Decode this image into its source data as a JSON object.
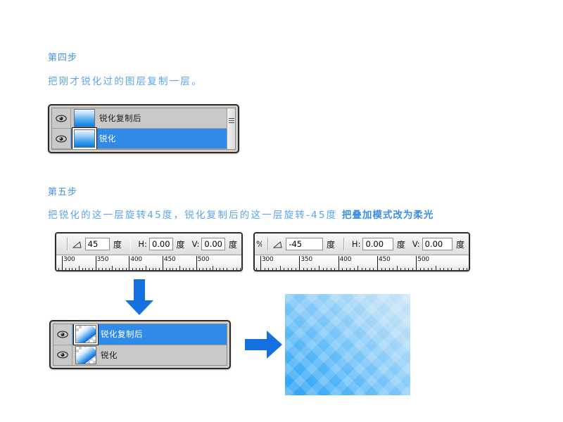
{
  "steps": {
    "step4": {
      "heading": "第四步",
      "body": "把刚才锐化过的图层复制一层。"
    },
    "step5": {
      "heading": "第五步",
      "body_normal": "把锐化的这一层旋转45度，锐化复制后的这一层旋转-45度 ",
      "body_bold": "把叠加模式改为柔光"
    }
  },
  "layers_panel_step4": {
    "rows": [
      {
        "name": "锐化复制后",
        "visible": true,
        "selected": false,
        "thumb": "gradient-vertical"
      },
      {
        "name": "锐化",
        "visible": true,
        "selected": true,
        "thumb": "gradient-vertical"
      }
    ],
    "scrollbar": true,
    "eye_icon": "eye-icon"
  },
  "layers_panel_step5": {
    "rows": [
      {
        "name": "锐化复制后",
        "visible": true,
        "selected": true,
        "thumb": "gradient-diagonal"
      },
      {
        "name": "锐化",
        "visible": true,
        "selected": false,
        "thumb": "gradient-diagonal"
      }
    ],
    "scrollbar": false,
    "eye_icon": "eye-icon"
  },
  "transform_left": {
    "truncated_prefix": "",
    "angle_icon": "angle-icon",
    "angle_value": "45",
    "angle_unit": "度",
    "h_label": "H:",
    "h_value": "0.00",
    "h_unit": "度",
    "v_label": "V:",
    "v_value": "0.00",
    "v_unit": "度",
    "ruler_labels": [
      "300",
      "350",
      "400",
      "450",
      "500"
    ]
  },
  "transform_right": {
    "truncated_prefix": "%",
    "angle_icon": "angle-icon",
    "angle_value": "-45",
    "angle_unit": "度",
    "h_label": "H:",
    "h_value": "0.00",
    "h_unit": "度",
    "v_label": "V:",
    "v_value": "0.00",
    "v_unit": "度",
    "ruler_labels": [
      "300",
      "350",
      "400",
      "450",
      "500"
    ]
  },
  "arrows": {
    "down": "arrow-down-icon",
    "right": "arrow-right-icon",
    "color": "#1570e0"
  },
  "result_image": {
    "description": "blue diagonal crosshatch gradient",
    "colors": [
      "#2ba2f5",
      "#86caf8",
      "#c6e4f8"
    ]
  },
  "palette": {
    "text_blue": "#5aa4ea",
    "heading_blue": "#4a90e2",
    "selection_blue": "#2f8ae8",
    "panel_gray": "#c9c9c9",
    "panel_border": "#2a2a2a"
  }
}
